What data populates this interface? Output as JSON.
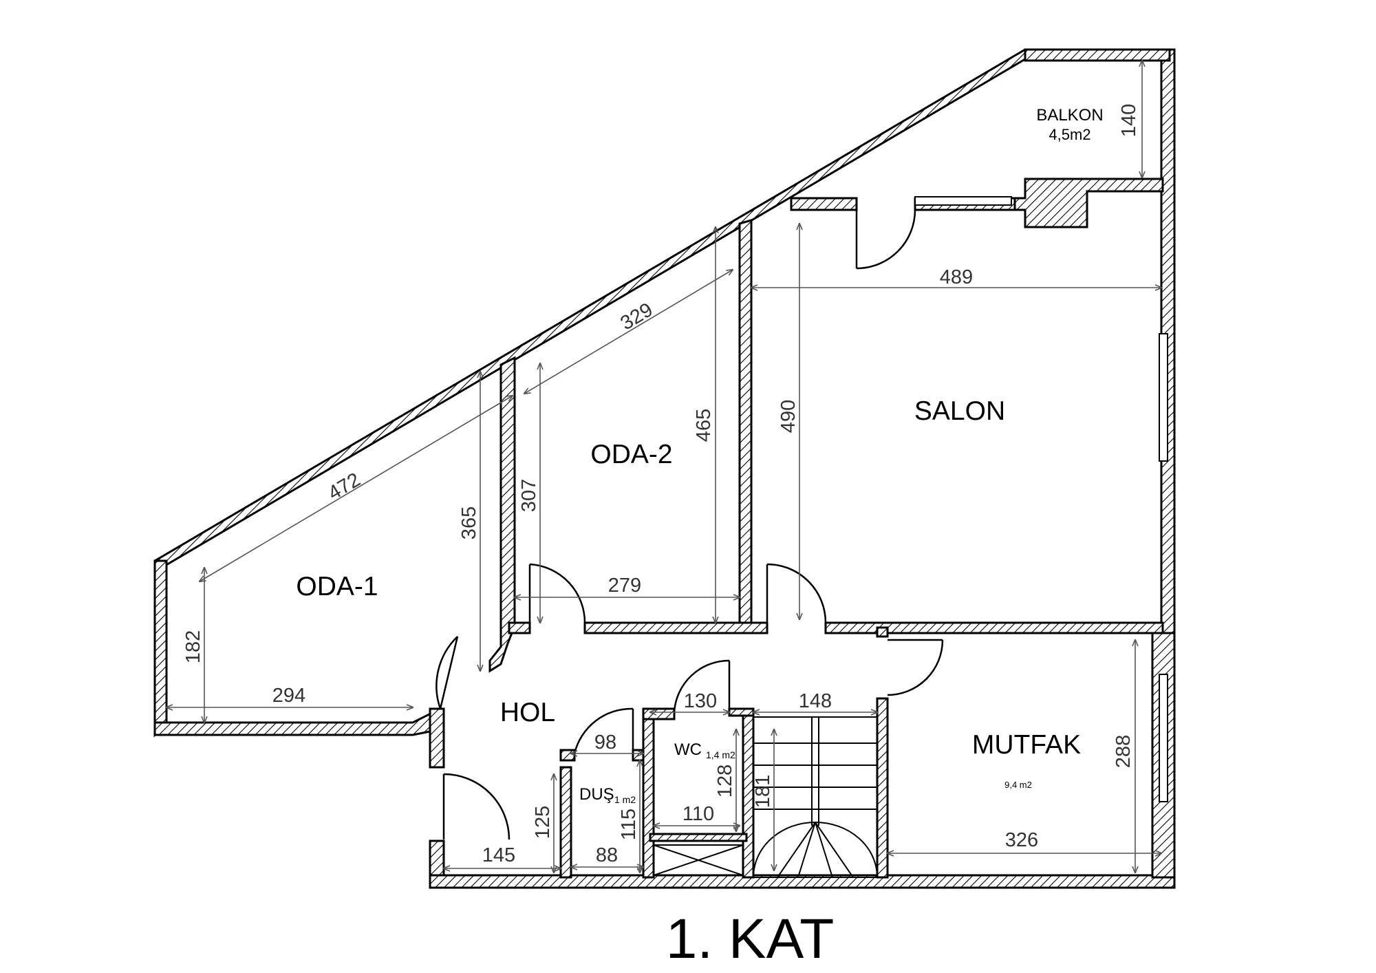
{
  "title": "1. KAT",
  "rooms": {
    "balkon": "BALKON",
    "balkon_area": "4,5m2",
    "salon": "SALON",
    "oda2": "ODA-2",
    "oda1": "ODA-1",
    "hol": "HOL",
    "mutfak": "MUTFAK",
    "mutfak_area": "9,4 m2",
    "wc": "WC",
    "wc_area": "1,4 m2",
    "dus": "DUŞ",
    "dus_area": "1 m2"
  },
  "dimensions": {
    "balkon_h": "140",
    "salon_w": "489",
    "salon_h": "490",
    "oda2_diag": "329",
    "oda2_h": "465",
    "oda2_h2": "307",
    "oda2_w": "279",
    "oda1_diag": "472",
    "oda1_h": "365",
    "oda1_h2": "182",
    "oda1_w": "294",
    "stair_w": "148",
    "wc_top": "130",
    "wc_h": "128",
    "wc_w": "110",
    "stair_h": "181",
    "dus_top": "98",
    "dus_h": "115",
    "dus_w": "88",
    "hol_h": "125",
    "hol_w": "145",
    "mutfak_h": "288",
    "mutfak_w": "326"
  }
}
